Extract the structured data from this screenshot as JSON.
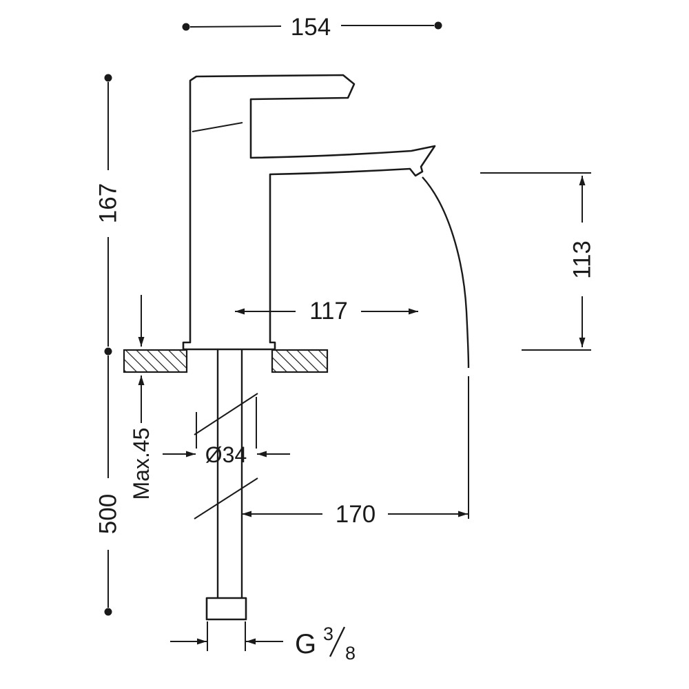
{
  "drawing": {
    "dims": {
      "top_width": "154",
      "total_height": "167",
      "outlet_height": "113",
      "spout_reach": "117",
      "bottom_reach": "170",
      "max_deck_thickness": "Max.45",
      "shank_diameter": "Ø34",
      "below_deck_length": "500",
      "thread_label": "G",
      "thread_numerator": "3",
      "thread_denominator": "8"
    },
    "colors": {
      "line": "#1a1a1a",
      "background": "#ffffff"
    }
  }
}
